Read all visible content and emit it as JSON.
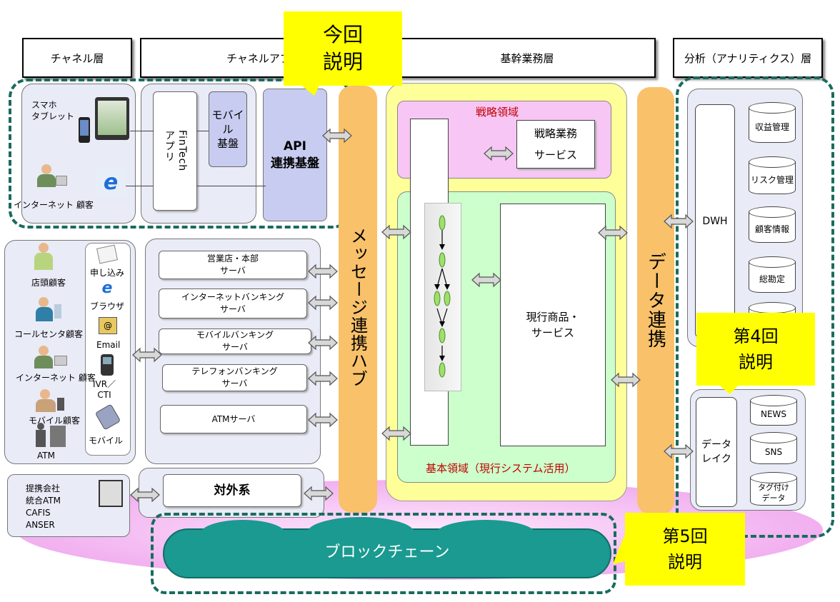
{
  "headers": {
    "channel_layer": "チャネル層",
    "channel_app_layer": "チャネルアプリ層",
    "core_layer": "基幹業務層",
    "analytics_layer": "分析（アナリティクス）層"
  },
  "callouts": {
    "current": "今回\n説明",
    "fourth": "第4回\n説明",
    "fifth": "第5回\n説明"
  },
  "channel_top": {
    "smartphone_label": "スマホ\nタブレット",
    "internet_customer": "インターネット 顧客",
    "fintech_app": "FinTech\nアプリ",
    "mobile_platform": "モバイル\n基盤",
    "api_platform": "API\n連携基盤"
  },
  "channel_bottom": {
    "customers": [
      "店頭顧客",
      "コールセンタ顧客",
      "インターネット 顧客",
      "モバイル顧客",
      "ATM"
    ],
    "channels": [
      "申し込み",
      "ブラウザ",
      "Email",
      "IVR／\nCTI",
      "モバイル"
    ]
  },
  "servers": [
    "営業店・本部\nサーバ",
    "インターネットバンキング\nサーバ",
    "モバイルバンキング\nサーバ",
    "テレフォンバンキング\nサーバ",
    "ATMサーバ"
  ],
  "partners": {
    "label": "提携会社\n統合ATM\nCAFIS\nANSER",
    "external": "対外系"
  },
  "hub": {
    "message_hub": "メッセージ連携ハブ",
    "data_link": "データ連携"
  },
  "core": {
    "strategic_domain": "戦略領域",
    "strategic_service": "戦略業務\nサービス",
    "basic_domain": "基本領域（現行システム活用）",
    "current_services": "現行商品・\nサービス"
  },
  "analytics": {
    "dwh": "DWH",
    "dbs": [
      "収益管理",
      "リスク管理",
      "顧客情報",
      "総勘定"
    ],
    "data_lake": "データ\nレイク",
    "lake_dbs": [
      "NEWS",
      "SNS",
      "タグ付け\nデータ"
    ]
  },
  "blockchain": "ブロックチェーン",
  "colors": {
    "hub_orange": "#f8c16a",
    "core_yellow": "#ffff99",
    "strategic_pink": "#f7c6f5",
    "basic_green": "#ccffcc",
    "panel_lavender": "#e9ebf7",
    "api_blue": "#c8ccf0",
    "callout_yellow": "#ffff00",
    "dash_teal": "#1a6b5f",
    "blockchain_teal": "#1a9a90",
    "ellipse_pink": "#f0a8ee"
  }
}
